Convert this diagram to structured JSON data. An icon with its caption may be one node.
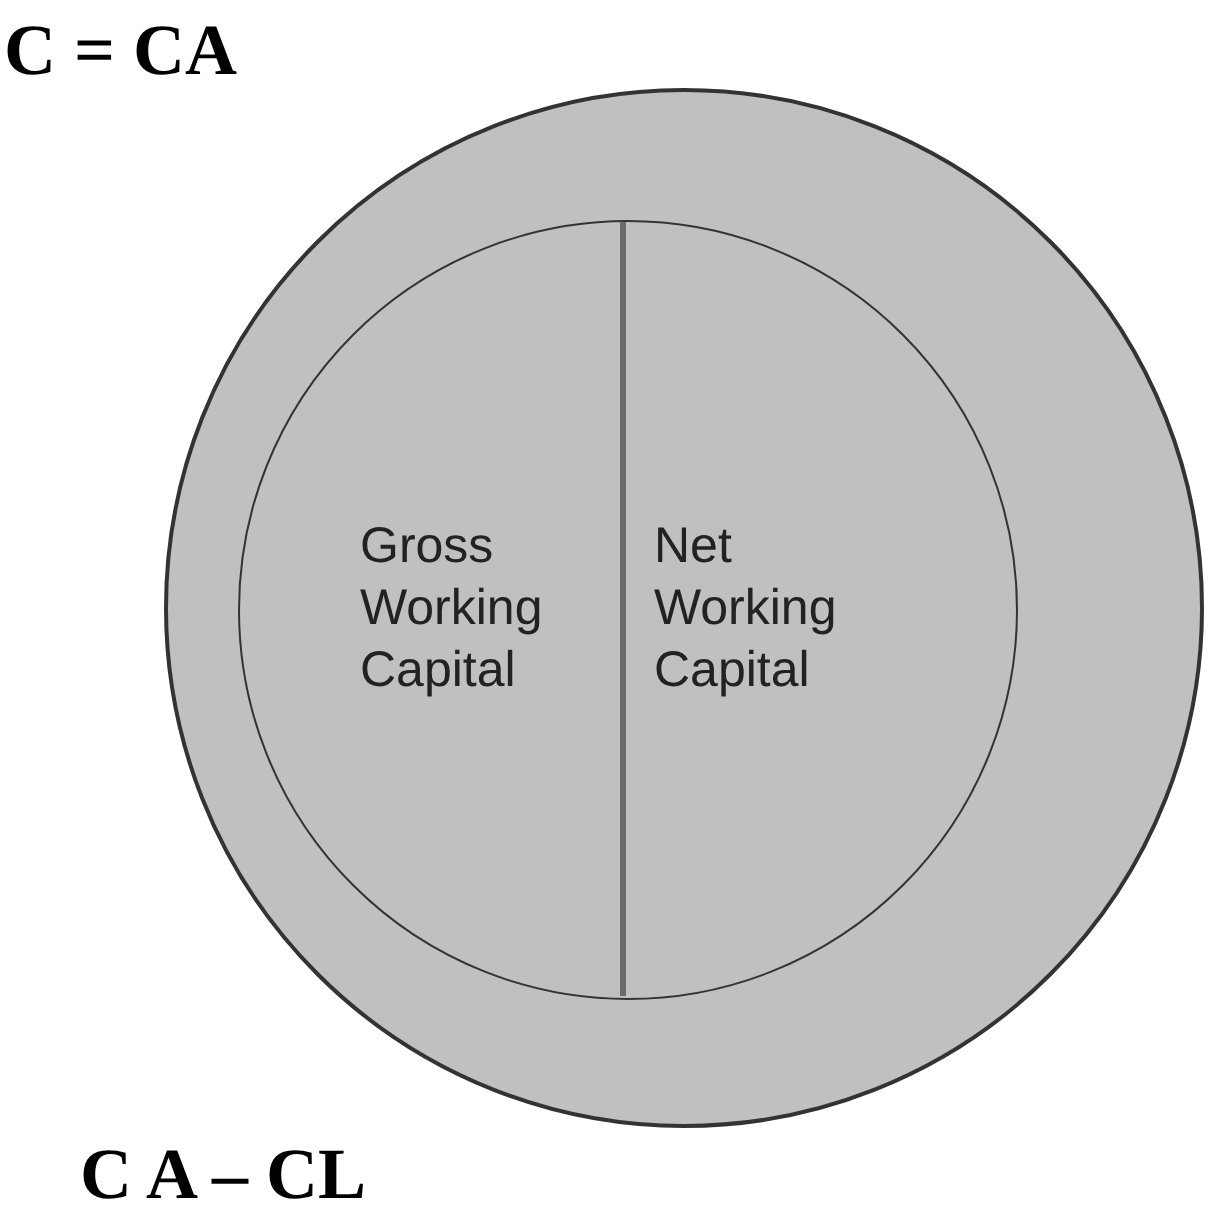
{
  "diagram": {
    "nodes": [
      {
        "text": [],
        "shape": "circle"
      },
      {
        "text": [],
        "shape": "circle",
        "in": 0
      },
      {
        "text": [
          "Gross Working Capital"
        ],
        "in": 1
      },
      {
        "text": [
          "Net Working Capital"
        ],
        "in": 1
      }
    ],
    "labels": [
      "C = CA",
      "C A – CL"
    ]
  }
}
